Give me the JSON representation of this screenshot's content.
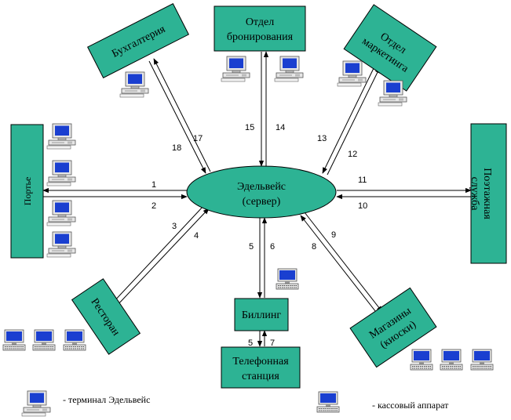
{
  "nodes": {
    "server": {
      "line1": "Эдельвейс",
      "line2": "(сервер)"
    },
    "accounting": {
      "label": "Бухгалтерия"
    },
    "booking": {
      "line1": "Отдел",
      "line2": "бронирования"
    },
    "marketing": {
      "line1": "Отдел",
      "line2": "маркетинга"
    },
    "porter": {
      "label": "Портье"
    },
    "floor_service": {
      "line1": "Поэтажная",
      "line2": "служба"
    },
    "restaurant": {
      "label": "Ресторан"
    },
    "billing": {
      "label": "Биллинг"
    },
    "phone_station": {
      "line1": "Телефонная",
      "line2": "станция"
    },
    "shops": {
      "line1": "Магазины",
      "line2": "(киоски)"
    }
  },
  "links": {
    "n1": "1",
    "n2": "2",
    "n3": "3",
    "n4": "4",
    "n5": "5",
    "n6": "6",
    "n7": "7",
    "n8": "8",
    "n9": "9",
    "n10": "10",
    "n11": "11",
    "n12": "12",
    "n13": "13",
    "n14": "14",
    "n15": "15",
    "n17": "17",
    "n18": "18",
    "b5": "5",
    "b7": "7"
  },
  "legend": {
    "terminal": "- терминал Эдельвейс",
    "cash_register": "- кассовый аппарат"
  },
  "colors": {
    "node_fill": "#2db394",
    "monitor_screen": "#1a3fd0"
  },
  "icons": {
    "terminal": "computer-terminal-icon",
    "cash": "cash-register-icon"
  }
}
